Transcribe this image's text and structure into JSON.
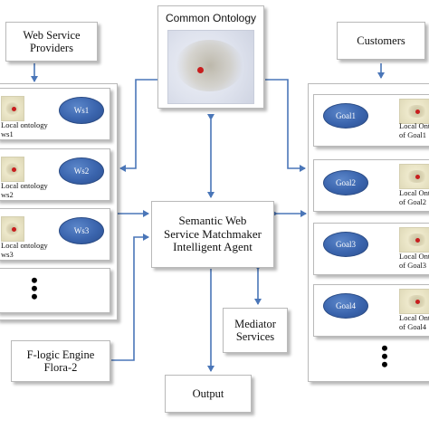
{
  "common_ontology": {
    "title": "Common Ontology"
  },
  "providers_header": {
    "line1": "Web Service",
    "line2": "Providers"
  },
  "customers_header": {
    "label": "Customers"
  },
  "matchmaker": {
    "line1": "Semantic Web",
    "line2": "Service Matchmaker",
    "line3": "Intelligent Agent"
  },
  "mediator": {
    "line1": "Mediator",
    "line2": "Services"
  },
  "flogic": {
    "line1": "F-logic Engine",
    "line2": "Flora-2"
  },
  "output": {
    "label": "Output"
  },
  "services": [
    {
      "node": "Ws1",
      "ont_line1": "Local ontology",
      "ont_line2": "ws1"
    },
    {
      "node": "Ws2",
      "ont_line1": "Local ontology",
      "ont_line2": "ws2"
    },
    {
      "node": "Ws3",
      "ont_line1": "Local ontology",
      "ont_line2": "ws3"
    }
  ],
  "goals": [
    {
      "node": "Goal1",
      "ont_line1": "Local Ont",
      "ont_line2": "of Goal1"
    },
    {
      "node": "Goal2",
      "ont_line1": "Local Ont",
      "ont_line2": "of Goal2"
    },
    {
      "node": "Goal3",
      "ont_line1": "Local Ont",
      "ont_line2": "of Goal3"
    },
    {
      "node": "Goal4",
      "ont_line1": "Local Ont",
      "ont_line2": "of Goal4"
    }
  ],
  "colors": {
    "arrow": "#4a76b8",
    "goal_fill": "#3a64ad",
    "box_border": "#b9b9b9"
  }
}
